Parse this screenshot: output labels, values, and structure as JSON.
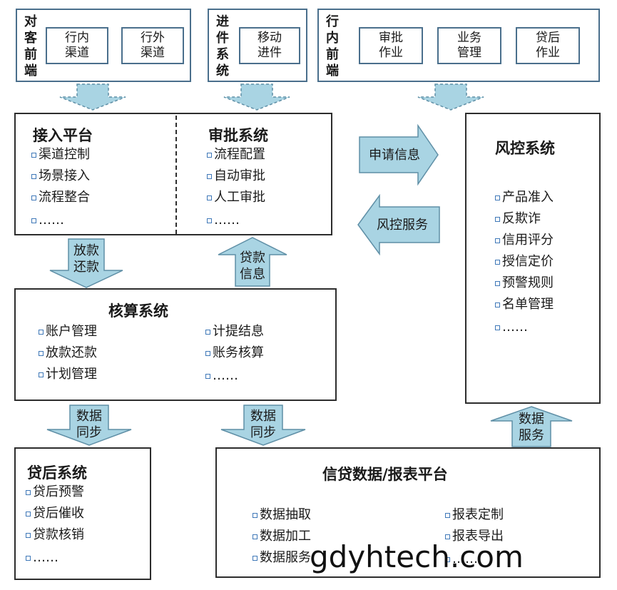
{
  "front_customer": {
    "label": "对\n客\n前\n端",
    "items": [
      "行内\n渠道",
      "行外\n渠道"
    ]
  },
  "front_mobile": {
    "label": "进\n件\n系\n统",
    "items": [
      "移动\n进件"
    ]
  },
  "front_internal": {
    "label": "行\n内\n前\n端",
    "items": [
      "审批\n作业",
      "业务\n管理",
      "贷后\n作业"
    ]
  },
  "access": {
    "title": "接入平台",
    "items": [
      "渠道控制",
      "场景接入",
      "流程整合",
      "……"
    ]
  },
  "approval": {
    "title": "审批系统",
    "items": [
      "流程配置",
      "自动审批",
      "人工审批",
      "……"
    ]
  },
  "accounting": {
    "title": "核算系统",
    "items_left": [
      "账户管理",
      "放款还款",
      "计划管理"
    ],
    "items_right": [
      "计提结息",
      "账务核算",
      "……"
    ]
  },
  "risk": {
    "title": "风控系统",
    "items": [
      "产品准入",
      "反欺诈",
      "信用评分",
      "授信定价",
      "预警规则",
      "名单管理",
      "……"
    ]
  },
  "postloan": {
    "title": "贷后系统",
    "items": [
      "贷后预警",
      "贷后催收",
      "贷款核销",
      "……"
    ]
  },
  "report": {
    "title": "信贷数据/报表平台",
    "items_left": [
      "数据抽取",
      "数据加工",
      "数据服务"
    ],
    "items_right": [
      "报表定制",
      "报表导出",
      "……"
    ]
  },
  "arrows": {
    "apply_info": "申请信息",
    "risk_service": "风控服务",
    "disburse_repay": "放款\n还款",
    "loan_info": "贷款\n信息",
    "data_sync_1": "数据\n同步",
    "data_sync_2": "数据\n同步",
    "data_service": "数据\n服务"
  },
  "watermark": "gdyhtech.com",
  "colors": {
    "arrow_fill": "#a9d4e3",
    "arrow_stroke": "#5f8fa6",
    "bullet": "#3f78b8",
    "border": "#2d2d2d",
    "front_border": "#4a6f8c"
  }
}
